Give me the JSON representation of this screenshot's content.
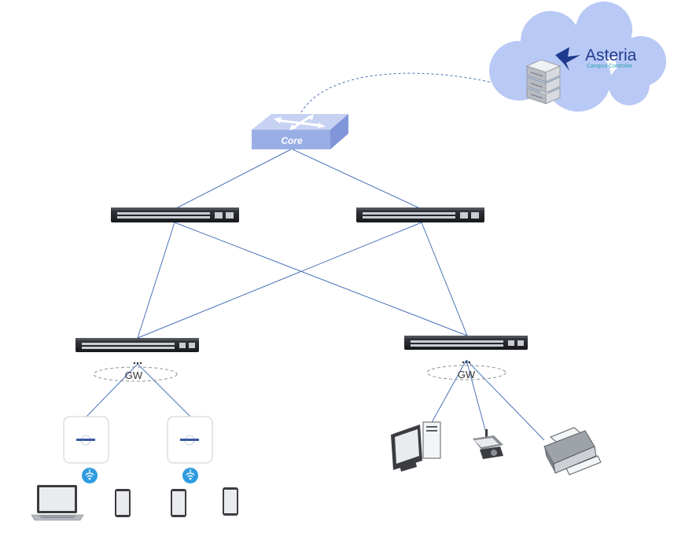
{
  "controller": {
    "brand_name": "Asteria",
    "brand_tagline": "Campus Controller"
  },
  "core_switch": {
    "label": "Core"
  },
  "gateways": [
    {
      "label": "GW"
    },
    {
      "label": "GW"
    }
  ],
  "colors": {
    "link_line": "#4a72b8",
    "cloud_fill": "#b9c9f5",
    "core_top": "#c7d2f3",
    "core_side": "#9aaee6",
    "switch_body": "#2a2c30",
    "brand_navy": "#1f3b8f",
    "brand_teal": "#2a9fb3",
    "wifi_badge": "#2f9be0"
  },
  "icons": {
    "controller_server": "server-icon",
    "core": "core-switch-icon",
    "switch": "switch-icon",
    "access_point": "access-point-icon",
    "wifi": "wifi-icon",
    "laptop": "laptop-icon",
    "phone": "phone-icon",
    "desktop": "desktop-computer-icon",
    "camera": "security-camera-icon",
    "printer": "printer-icon"
  }
}
